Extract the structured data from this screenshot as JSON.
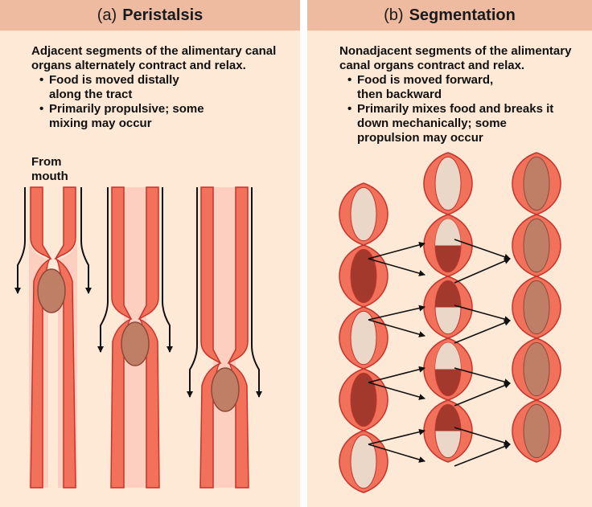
{
  "panel_a": {
    "letter": "(a)",
    "title": "Peristalsis",
    "intro": "Adjacent segments of the alimentary canal organs alternately contract and relax.",
    "bullets": [
      "Food is moved distally along the tract",
      "Primarily propulsive; some mixing may occur"
    ],
    "from_label": "From mouth"
  },
  "panel_b": {
    "letter": "(b)",
    "title": "Segmentation",
    "intro": "Nonadjacent segments of the alimentary canal organs contract and relax.",
    "bullets": [
      "Food is moved forward, then backward",
      "Primarily mixes food and breaks it down mechanically; some propulsion may occur"
    ]
  },
  "colors": {
    "panel_bg": "#fde9d6",
    "header_bg": "#efbba0",
    "wall": "#f2715a",
    "wall_stroke": "#c6332a",
    "lumen": "#fccfc0",
    "food_bolus": "#bf7f67",
    "chyme_dark": "#a3392c",
    "chyme_light": "#ead7c8",
    "arrow": "#111111"
  }
}
